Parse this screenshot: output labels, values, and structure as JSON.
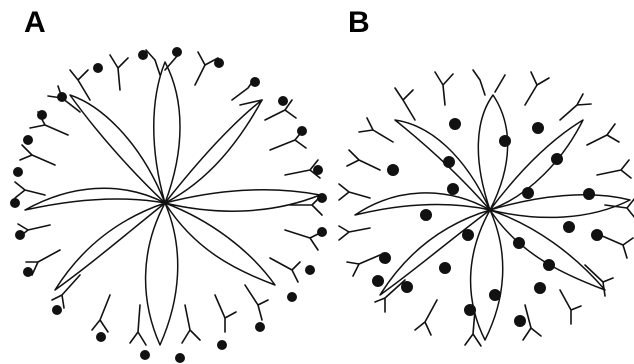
{
  "panels": [
    {
      "label": "A",
      "dot_placement": "outer-tips",
      "dot_color": "#111111"
    },
    {
      "label": "B",
      "dot_placement": "interior",
      "dot_color": "#111111"
    }
  ],
  "line_color": "#111111",
  "background": "#ffffff"
}
